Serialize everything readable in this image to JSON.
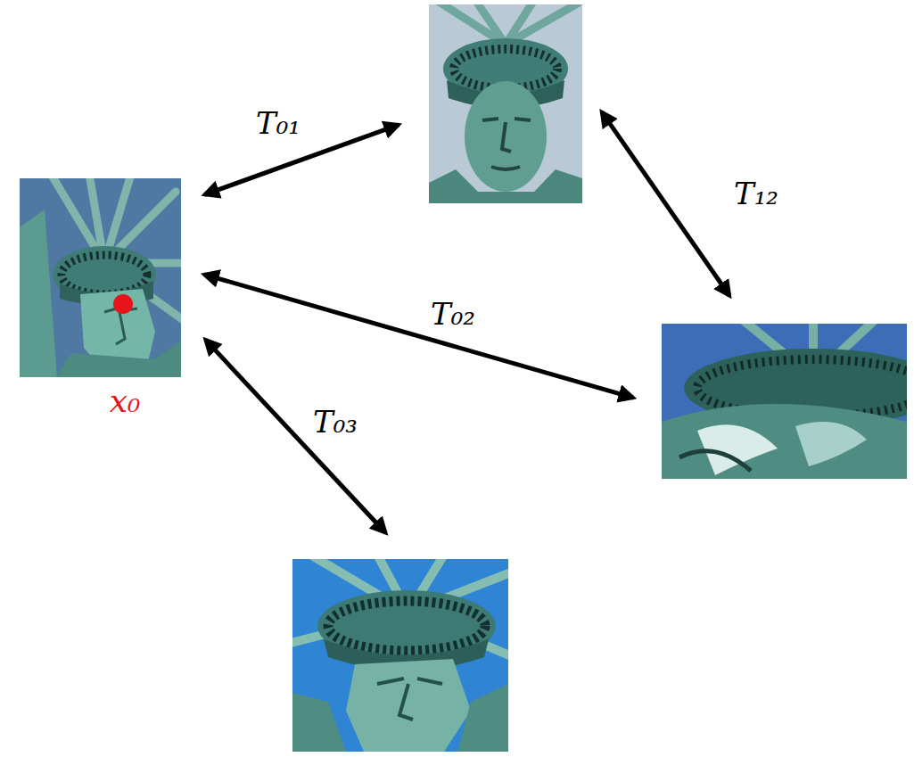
{
  "diagram": {
    "nodes": [
      {
        "text": [
          "x₀"
        ]
      },
      {
        "text": []
      },
      {
        "text": []
      },
      {
        "text": []
      }
    ],
    "edges": [
      {
        "from": 0,
        "to": 1,
        "arrow": "both",
        "label": "T₀₁"
      },
      {
        "from": 1,
        "to": 2,
        "arrow": "both",
        "label": "T₁₂"
      },
      {
        "from": 0,
        "to": 2,
        "arrow": "both",
        "label": "T₀₂"
      },
      {
        "from": 0,
        "to": 3,
        "arrow": "both",
        "label": "T₀₃"
      }
    ]
  }
}
